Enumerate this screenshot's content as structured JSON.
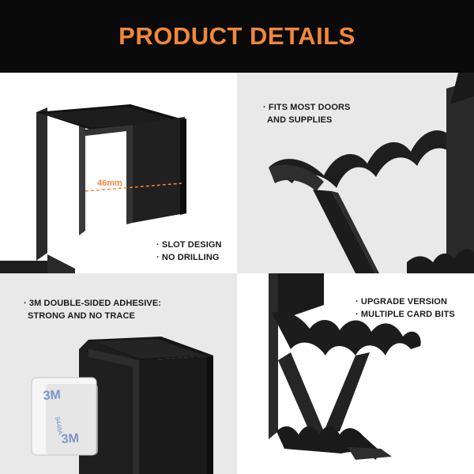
{
  "header": {
    "title": "PRODUCT DETAILS",
    "title_color": "#f2873a",
    "background": "#0a0a0a"
  },
  "panels": [
    {
      "measurement": "46mm",
      "features": [
        "· SLOT DESIGN",
        "· NO DRILLING"
      ]
    },
    {
      "features": [
        "· FITS MOST DOORS",
        "AND SUPPLIES"
      ]
    },
    {
      "features": [
        "· 3M DOUBLE-SIDED ADHESIVE:",
        "STRONG AND NO TRACE"
      ],
      "tape_brand": "3M"
    },
    {
      "features": [
        "· UPGRADE VERSION",
        "· MULTIPLE CARD BITS"
      ]
    }
  ],
  "colors": {
    "accent": "#f2873a",
    "product": "#1e1e1e",
    "panel_gray": "#e9e9e9"
  }
}
